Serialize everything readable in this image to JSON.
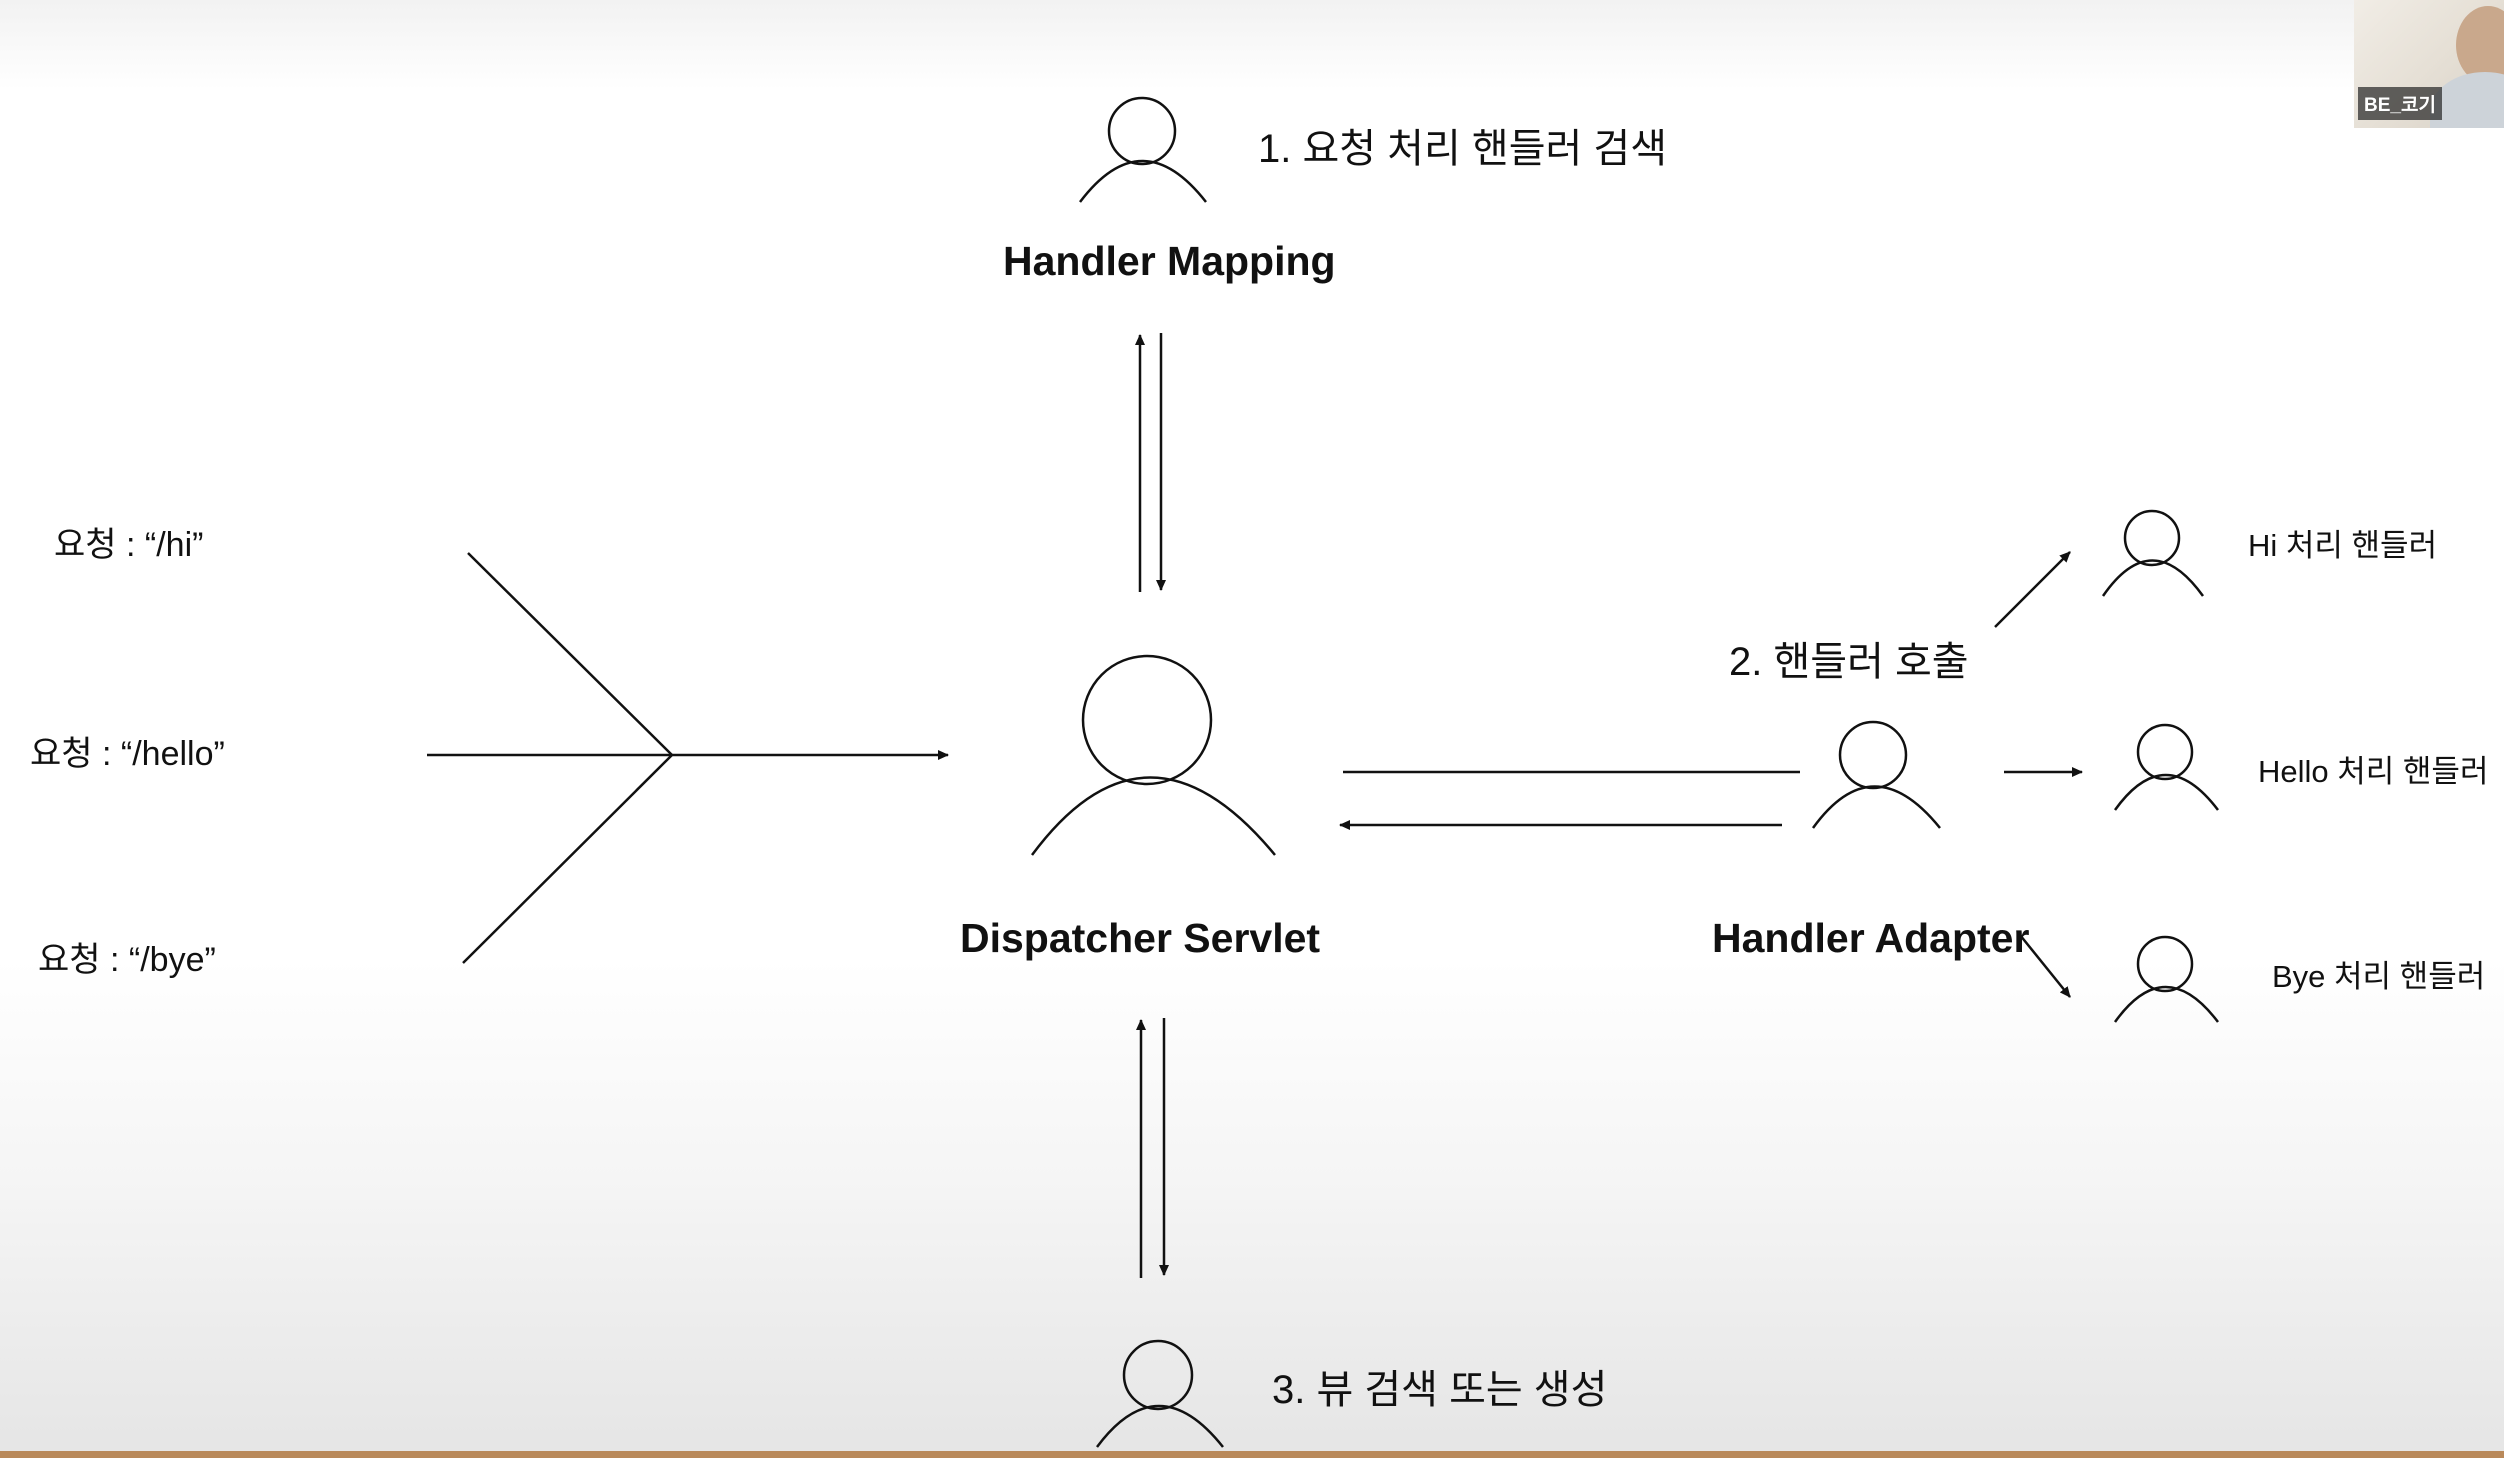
{
  "diagram": {
    "requests": [
      {
        "label": "요청 : “/hi”"
      },
      {
        "label": "요청 : “/hello”"
      },
      {
        "label": "요청 : “/bye”"
      }
    ],
    "handler_mapping": {
      "name": "Handler Mapping",
      "step": "1. 요청 처리 핸들러 검색"
    },
    "dispatcher_servlet": {
      "name": "Dispatcher Servlet"
    },
    "handler_adapter": {
      "name": "Handler Adapter",
      "step": "2. 핸들러 호출"
    },
    "view": {
      "step": "3. 뷰 검색 또는 생성"
    },
    "handlers": [
      {
        "label": "Hi 처리 핸들러"
      },
      {
        "label": "Hello 처리 핸들러"
      },
      {
        "label": "Bye 처리 핸들러"
      }
    ]
  },
  "webcam": {
    "name": "BE_코기"
  },
  "colors": {
    "stroke": "#111111",
    "bottom_strip": "#b9895a"
  }
}
